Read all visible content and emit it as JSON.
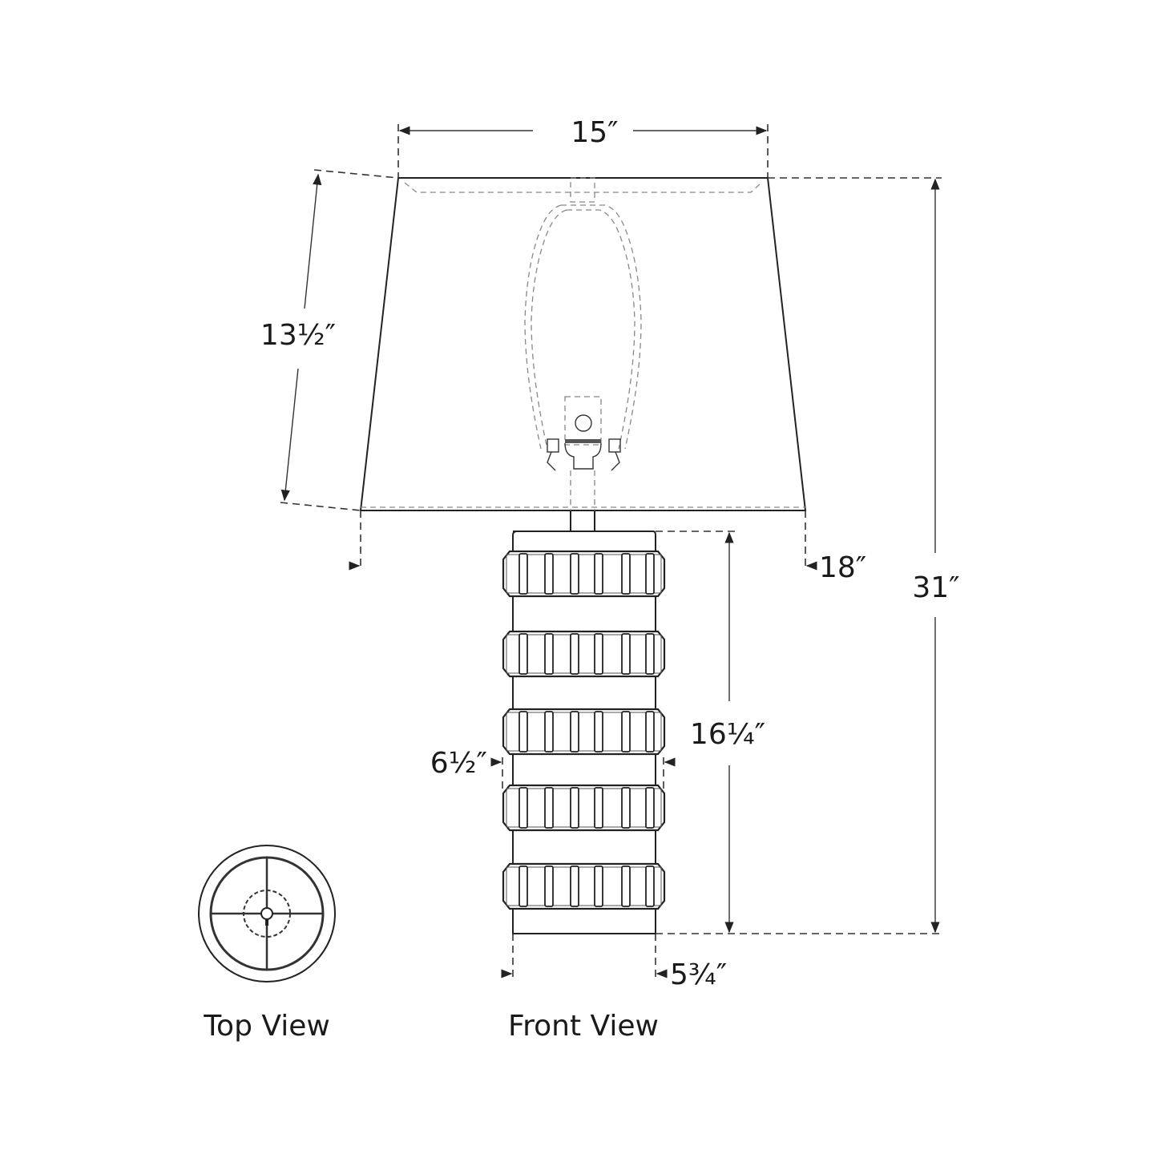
{
  "diagram": {
    "title": "Table Lamp Dimension Drawing",
    "views": {
      "top_view_label": "Top View",
      "front_view_label": "Front View"
    },
    "dimensions": {
      "shade_top_width": "15″",
      "shade_slant_height": "13½″",
      "shade_bottom_diameter": "18″",
      "overall_height": "31″",
      "base_height": "16¼″",
      "base_ring_width": "6½″",
      "base_body_width": "5¾″"
    },
    "base": {
      "ring_count": 5,
      "ribs_per_ring": 9
    },
    "colors": {
      "line": "#222222",
      "hidden_line": "#888888",
      "background": "#ffffff"
    }
  }
}
